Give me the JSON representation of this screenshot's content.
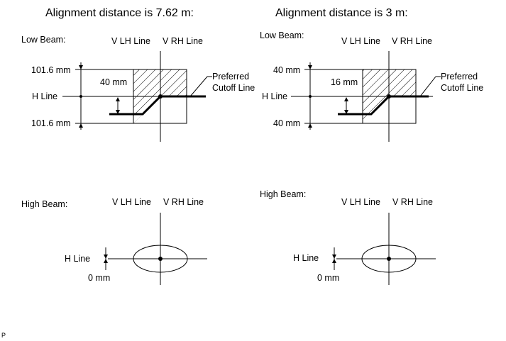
{
  "panels": [
    {
      "title": "Alignment distance is 7.62 m:",
      "low_beam": {
        "label": "Low Beam:",
        "v_lh": "V LH Line",
        "v_rh": "V RH Line",
        "upper_dim": "101.6 mm",
        "lower_dim": "101.6 mm",
        "h_line": "H Line",
        "offset": "40 mm",
        "preferred_line1": "Preferred",
        "preferred_line2": "Cutoff Line"
      },
      "high_beam": {
        "label": "High Beam:",
        "v_lh": "V LH Line",
        "v_rh": "V RH Line",
        "h_line": "H Line",
        "offset": "0 mm"
      }
    },
    {
      "title": "Alignment distance is 3 m:",
      "low_beam": {
        "label": "Low Beam:",
        "v_lh": "V LH Line",
        "v_rh": "V RH Line",
        "upper_dim": "40 mm",
        "lower_dim": "40 mm",
        "h_line": "H Line",
        "offset": "16 mm",
        "preferred_line1": "Preferred",
        "preferred_line2": "Cutoff Line"
      },
      "high_beam": {
        "label": "High Beam:",
        "v_lh": "V LH Line",
        "v_rh": "V RH Line",
        "h_line": "H Line",
        "offset": "0 mm"
      }
    }
  ],
  "corner_mark": "P"
}
